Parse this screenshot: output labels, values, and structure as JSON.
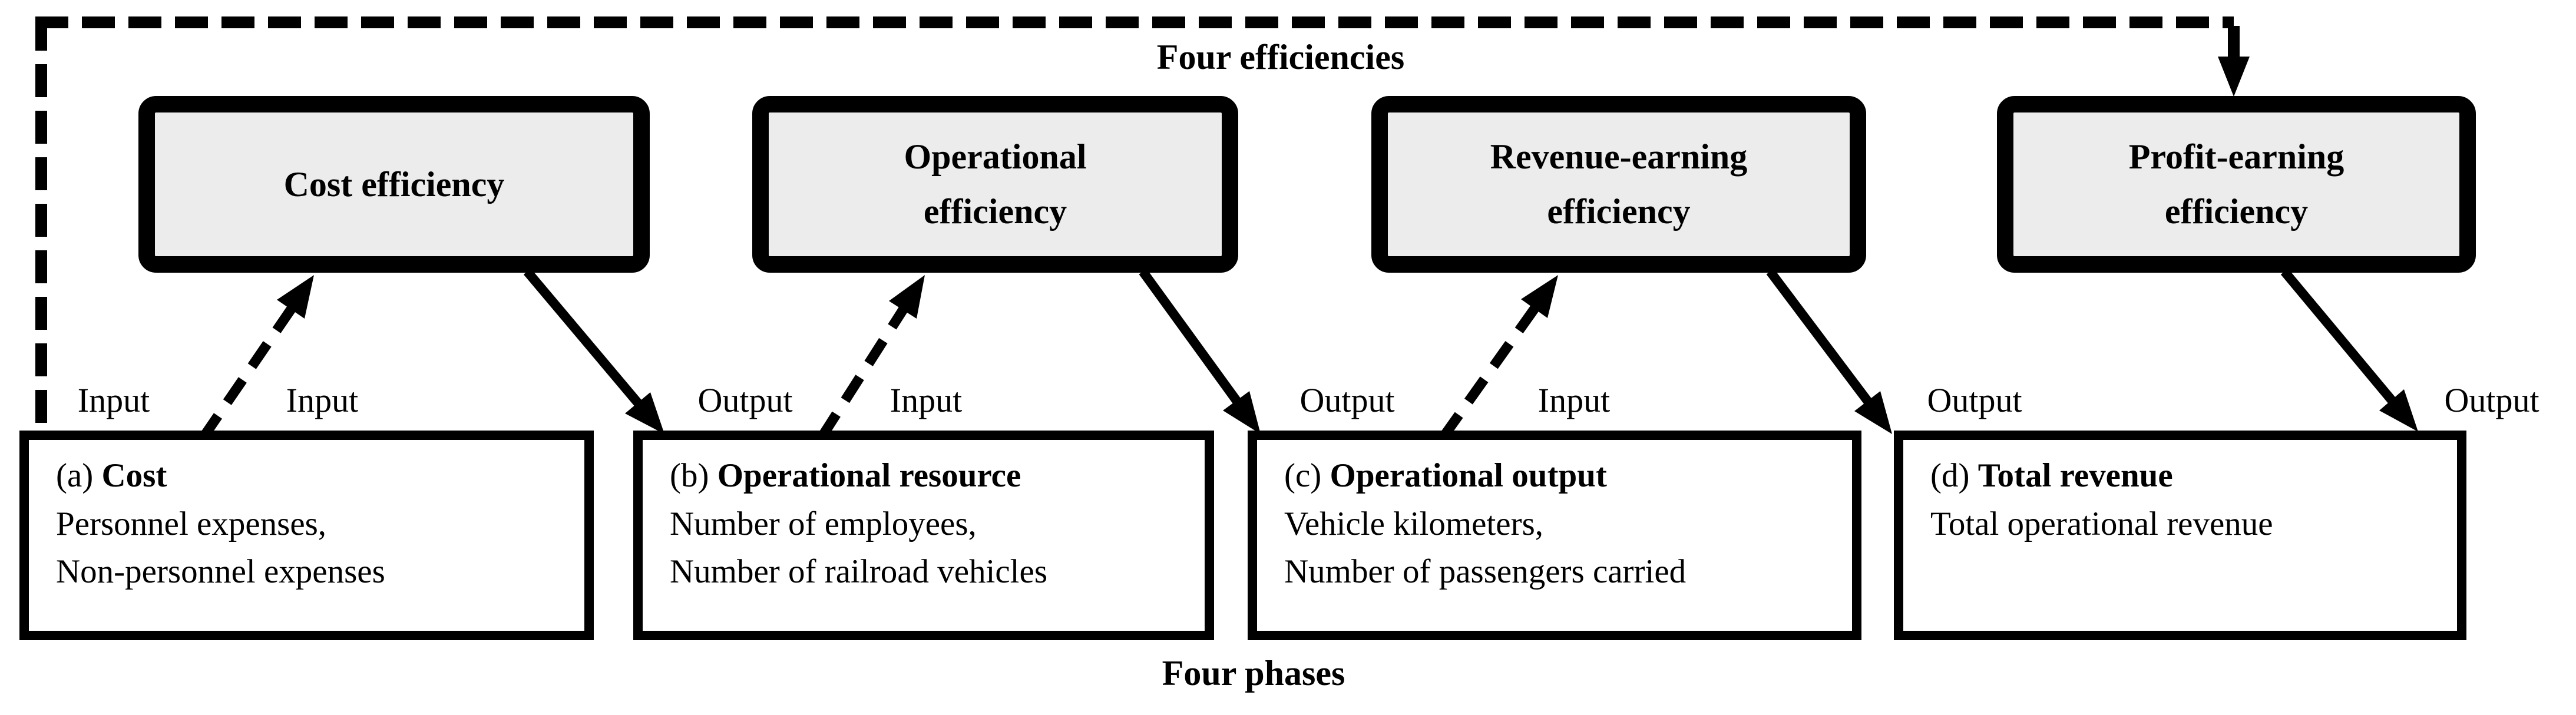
{
  "diagram": {
    "top_group_label": "Four efficiencies",
    "bottom_group_label": "Four phases",
    "efficiency_boxes": [
      {
        "label": "Cost efficiency"
      },
      {
        "label": "Operational\nefficiency"
      },
      {
        "label": "Revenue-earning\nefficiency"
      },
      {
        "label": "Profit-earning\nefficiency"
      }
    ],
    "phase_boxes": [
      {
        "index": "(a)",
        "title": "Cost",
        "items": "Personnel expenses,\nNon-personnel expenses"
      },
      {
        "index": "(b)",
        "title": "Operational resource",
        "items": "Number of employees,\nNumber of railroad vehicles"
      },
      {
        "index": "(c)",
        "title": "Operational output",
        "items": "Vehicle kilometers,\nNumber of passengers carried"
      },
      {
        "index": "(d)",
        "title": "Total revenue",
        "items": "Total operational revenue"
      }
    ],
    "flow_labels": [
      {
        "text": "Input"
      },
      {
        "text": "Input"
      },
      {
        "text": "Output"
      },
      {
        "text": "Input"
      },
      {
        "text": "Output"
      },
      {
        "text": "Input"
      },
      {
        "text": "Output"
      },
      {
        "text": "Output"
      }
    ],
    "colors": {
      "line": "#000000",
      "efficiency_box_fill": "#ececec",
      "phase_box_fill": "#ffffff",
      "background": "#ffffff"
    }
  }
}
